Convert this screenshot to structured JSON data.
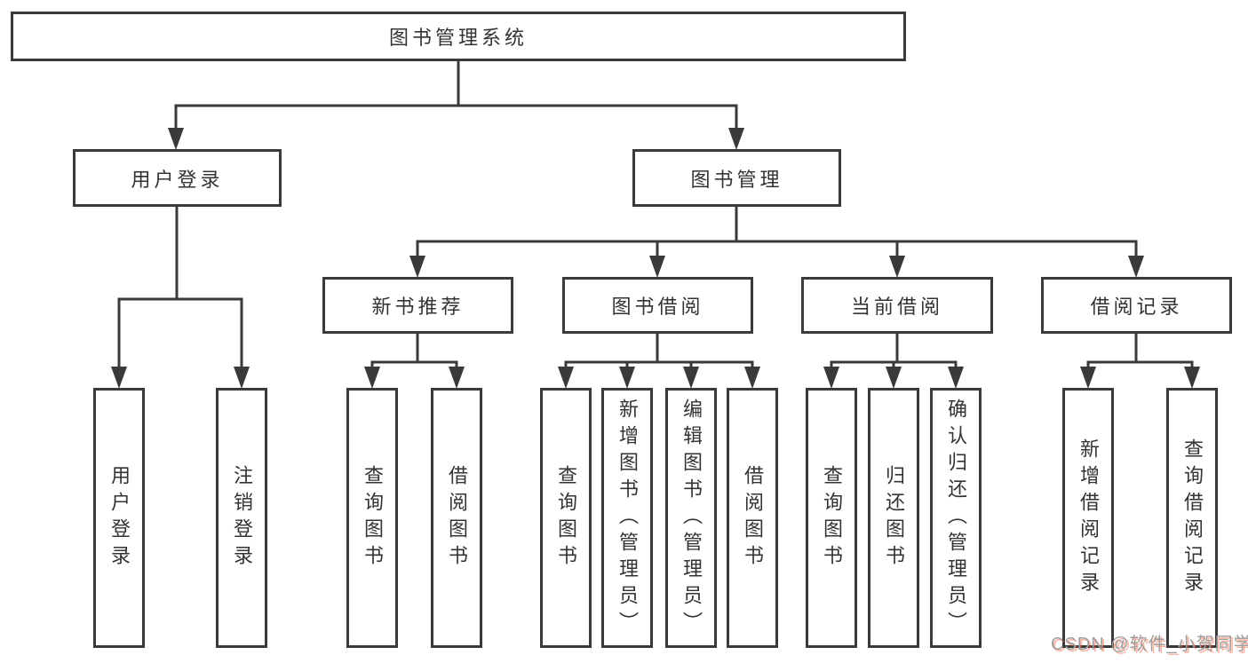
{
  "diagram": {
    "root": {
      "label": "图书管理系统"
    },
    "branches": [
      {
        "id": "user-login",
        "label": "用户登录",
        "leaves": [
          "用户登录",
          "注销登录"
        ]
      },
      {
        "id": "book-management",
        "label": "图书管理",
        "children": [
          {
            "id": "new-book-recommend",
            "label": "新书推荐",
            "leaves": [
              "查询图书",
              "借阅图书"
            ]
          },
          {
            "id": "book-borrow",
            "label": "图书借阅",
            "leaves": [
              "查询图书",
              "新增图书（管理员）",
              "编辑图书（管理员）",
              "借阅图书"
            ]
          },
          {
            "id": "current-borrow",
            "label": "当前借阅",
            "leaves": [
              "查询图书",
              "归还图书",
              "确认归还（管理员）"
            ]
          },
          {
            "id": "borrow-records",
            "label": "借阅记录",
            "leaves": [
              "新增借阅记录",
              "查询借阅记录"
            ]
          }
        ]
      }
    ]
  },
  "watermark": {
    "text": "CSDN @软件_小贺同学"
  },
  "colors": {
    "line": "#3a3a3a",
    "text": "#333333",
    "background": "#ffffff",
    "watermark_gray": "#9e9e9e",
    "watermark_red": "#fc5531"
  }
}
